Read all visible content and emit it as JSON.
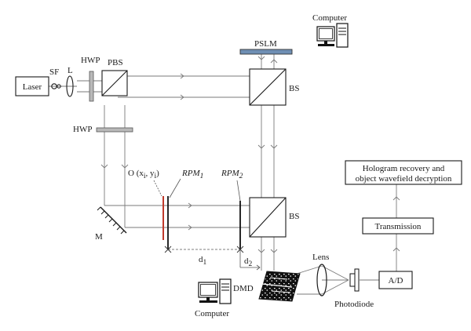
{
  "labels": {
    "laser": "Laser",
    "sf": "SF",
    "l": "L",
    "hwp_top": "HWP",
    "pbs": "PBS",
    "hwp_mid": "HWP",
    "bs_top": "BS",
    "bs_bottom": "BS",
    "pslm": "PSLM",
    "computer_top": "Computer",
    "computer_bottom": "Computer",
    "mirror": "M",
    "object_main": "O (x",
    "object_sub_i": "i",
    "object_comma": ", y",
    "object_sub_i2": "i",
    "object_close": ")",
    "rpm1_main": "RPM",
    "rpm1_sub": "1",
    "rpm2_main": "RPM",
    "rpm2_sub": "2",
    "d1_main": "d",
    "d1_sub": "1",
    "d2_main": "d",
    "d2_sub": "2",
    "dmd": "DMD",
    "lens": "Lens",
    "photodiode": "Photodiode",
    "ad": "A/D",
    "transmission": "Transmission",
    "hologram_line1": "Hologram recovery and",
    "hologram_line2": "object wavefield decryption"
  },
  "colors": {
    "pslm_fill": "#6f8fb4",
    "object_plane": "#c0392b",
    "hwp_fill": "#b9b9b9",
    "beam": "#7a7a7a"
  }
}
